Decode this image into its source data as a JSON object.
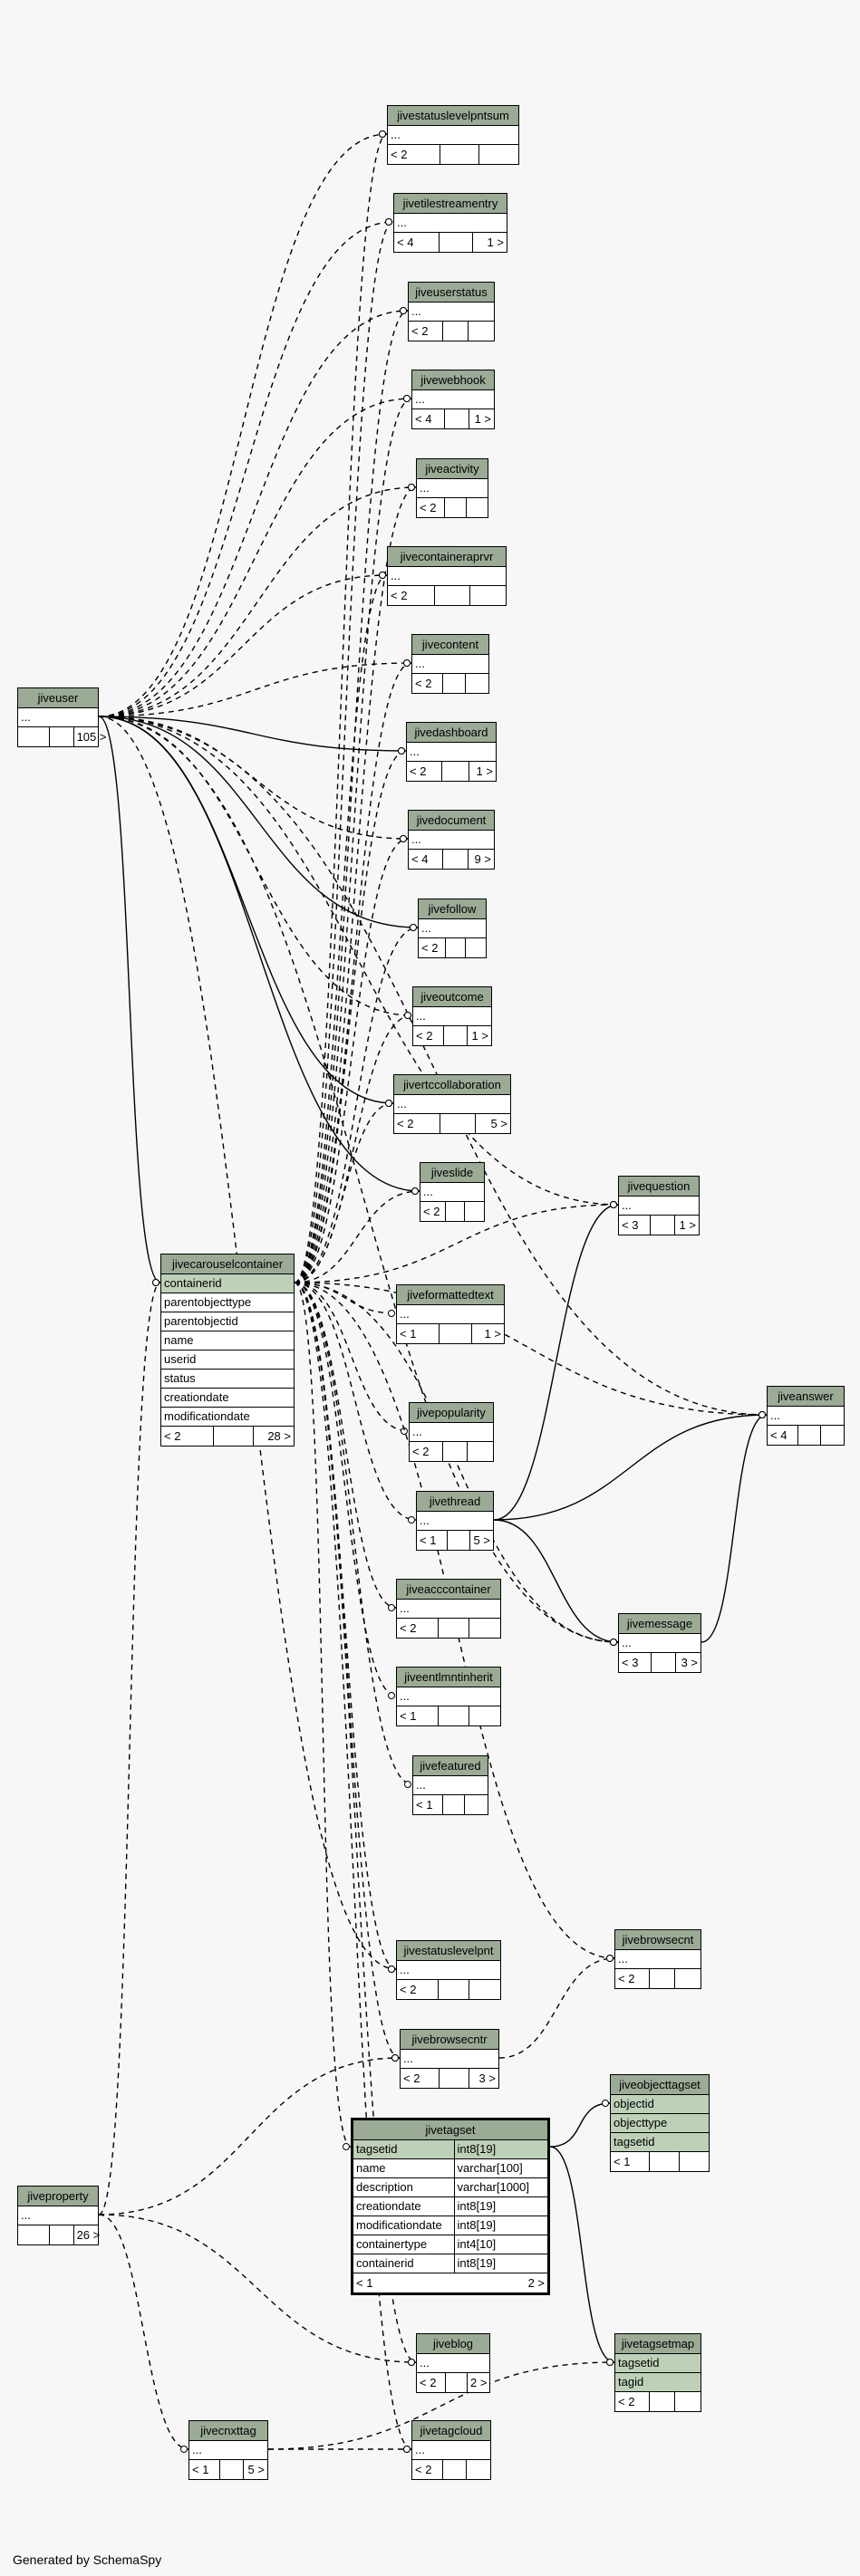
{
  "footer": "Generated by SchemaSpy",
  "colors": {
    "header": "#9bab96",
    "key_row": "#bed1b8",
    "background": "#f7f7f7"
  },
  "tables": [
    {
      "id": "jivestatuslevelpntsum",
      "title": "jivestatuslevelpntsum",
      "rows": [
        "..."
      ],
      "foot": [
        "< 2",
        "",
        ""
      ]
    },
    {
      "id": "jivetilestreamentry",
      "title": "jivetilestreamentry",
      "rows": [
        "..."
      ],
      "foot": [
        "< 4",
        "",
        "1 >"
      ]
    },
    {
      "id": "jiveuserstatus",
      "title": "jiveuserstatus",
      "rows": [
        "..."
      ],
      "foot": [
        "< 2",
        "",
        ""
      ]
    },
    {
      "id": "jivewebhook",
      "title": "jivewebhook",
      "rows": [
        "..."
      ],
      "foot": [
        "< 4",
        "",
        "1 >"
      ]
    },
    {
      "id": "jiveactivity",
      "title": "jiveactivity",
      "rows": [
        "..."
      ],
      "foot": [
        "< 2",
        "",
        ""
      ]
    },
    {
      "id": "jivecontaineraprvr",
      "title": "jivecontaineraprvr",
      "rows": [
        "..."
      ],
      "foot": [
        "< 2",
        "",
        ""
      ]
    },
    {
      "id": "jivecontent",
      "title": "jivecontent",
      "rows": [
        "..."
      ],
      "foot": [
        "< 2",
        "",
        ""
      ]
    },
    {
      "id": "jivedashboard",
      "title": "jivedashboard",
      "rows": [
        "..."
      ],
      "foot": [
        "< 2",
        "",
        "1 >"
      ]
    },
    {
      "id": "jivedocument",
      "title": "jivedocument",
      "rows": [
        "..."
      ],
      "foot": [
        "< 4",
        "",
        "9 >"
      ]
    },
    {
      "id": "jivefollow",
      "title": "jivefollow",
      "rows": [
        "..."
      ],
      "foot": [
        "< 2",
        "",
        ""
      ]
    },
    {
      "id": "jiveoutcome",
      "title": "jiveoutcome",
      "rows": [
        "..."
      ],
      "foot": [
        "< 2",
        "",
        "1 >"
      ]
    },
    {
      "id": "jivertccollaboration",
      "title": "jivertccollaboration",
      "rows": [
        "..."
      ],
      "foot": [
        "< 2",
        "",
        "5 >"
      ]
    },
    {
      "id": "jiveslide",
      "title": "jiveslide",
      "rows": [
        "..."
      ],
      "foot": [
        "< 2",
        "",
        ""
      ]
    },
    {
      "id": "jivequestion",
      "title": "jivequestion",
      "rows": [
        "..."
      ],
      "foot": [
        "< 3",
        "",
        "1 >"
      ]
    },
    {
      "id": "jiveformattedtext",
      "title": "jiveformattedtext",
      "rows": [
        "..."
      ],
      "foot": [
        "< 1",
        "",
        "1 >"
      ]
    },
    {
      "id": "jiveanswer",
      "title": "jiveanswer",
      "rows": [
        "..."
      ],
      "foot": [
        "< 4",
        "",
        ""
      ]
    },
    {
      "id": "jivepopularity",
      "title": "jivepopularity",
      "rows": [
        "..."
      ],
      "foot": [
        "< 2",
        "",
        ""
      ]
    },
    {
      "id": "jivethread",
      "title": "jivethread",
      "rows": [
        "..."
      ],
      "foot": [
        "< 1",
        "",
        "5 >"
      ]
    },
    {
      "id": "jiveacccontainer",
      "title": "jiveacccontainer",
      "rows": [
        "..."
      ],
      "foot": [
        "< 2",
        "",
        ""
      ]
    },
    {
      "id": "jivemessage",
      "title": "jivemessage",
      "rows": [
        "..."
      ],
      "foot": [
        "< 3",
        "",
        "3 >"
      ]
    },
    {
      "id": "jiveentlmntinherit",
      "title": "jiveentlmntinherit",
      "rows": [
        "..."
      ],
      "foot": [
        "< 1",
        "",
        ""
      ]
    },
    {
      "id": "jivefeatured",
      "title": "jivefeatured",
      "rows": [
        "..."
      ],
      "foot": [
        "< 1",
        "",
        ""
      ]
    },
    {
      "id": "jivebrowsecnt",
      "title": "jivebrowsecnt",
      "rows": [
        "..."
      ],
      "foot": [
        "< 2",
        "",
        ""
      ]
    },
    {
      "id": "jivestatuslevelpnt",
      "title": "jivestatuslevelpnt",
      "rows": [
        "..."
      ],
      "foot": [
        "< 2",
        "",
        ""
      ]
    },
    {
      "id": "jivebrowsecntr",
      "title": "jivebrowsecntr",
      "rows": [
        "..."
      ],
      "foot": [
        "< 2",
        "",
        "3 >"
      ]
    },
    {
      "id": "jiveobjecttagset",
      "title": "jiveobjecttagset",
      "rows": [
        "objectid",
        "objecttype",
        "tagsetid"
      ],
      "key_rows": [
        0,
        1,
        2
      ],
      "foot": [
        "< 1",
        "",
        ""
      ]
    },
    {
      "id": "jiveblog",
      "title": "jiveblog",
      "rows": [
        "..."
      ],
      "foot": [
        "< 2",
        "",
        "2 >"
      ]
    },
    {
      "id": "jivetagsetmap",
      "title": "jivetagsetmap",
      "rows": [
        "tagsetid",
        "tagid"
      ],
      "key_rows": [
        0,
        1
      ],
      "foot": [
        "< 2",
        "",
        ""
      ]
    },
    {
      "id": "jivecnxttag",
      "title": "jivecnxttag",
      "rows": [
        "..."
      ],
      "foot": [
        "< 1",
        "",
        "5 >"
      ]
    },
    {
      "id": "jivetagcloud",
      "title": "jivetagcloud",
      "rows": [
        "..."
      ],
      "foot": [
        "< 2",
        "",
        ""
      ]
    },
    {
      "id": "jiveuser",
      "title": "jiveuser",
      "rows": [
        "..."
      ],
      "foot": [
        "",
        "",
        "105 >"
      ]
    },
    {
      "id": "jiveproperty",
      "title": "jiveproperty",
      "rows": [
        "..."
      ],
      "foot": [
        "",
        "",
        "26 >"
      ]
    },
    {
      "id": "jivecarouselcontainer",
      "title": "jivecarouselcontainer",
      "rows": [
        "containerid",
        "parentobjecttype",
        "parentobjectid",
        "name",
        "userid",
        "status",
        "creationdate",
        "modificationdate"
      ],
      "key_rows": [
        0
      ],
      "foot": [
        "< 2",
        "",
        "28 >"
      ]
    }
  ],
  "focus_table": {
    "title": "jivetagset",
    "columns": [
      [
        "tagsetid",
        "int8[19]"
      ],
      [
        "name",
        "varchar[100]"
      ],
      [
        "description",
        "varchar[1000]"
      ],
      [
        "creationdate",
        "int8[19]"
      ],
      [
        "modificationdate",
        "int8[19]"
      ],
      [
        "containertype",
        "int4[10]"
      ],
      [
        "containerid",
        "int8[19]"
      ]
    ],
    "key_rows": [
      0
    ],
    "foot": [
      "< 1",
      "2 >"
    ]
  },
  "relationships": [
    {
      "from": "jiveuser",
      "to": "jivestatuslevelpntsum",
      "style": "dashed"
    },
    {
      "from": "jiveuser",
      "to": "jivetilestreamentry",
      "style": "dashed"
    },
    {
      "from": "jiveuser",
      "to": "jiveuserstatus",
      "style": "dashed"
    },
    {
      "from": "jiveuser",
      "to": "jivewebhook",
      "style": "dashed"
    },
    {
      "from": "jiveuser",
      "to": "jiveactivity",
      "style": "dashed"
    },
    {
      "from": "jiveuser",
      "to": "jivecontaineraprvr",
      "style": "dashed"
    },
    {
      "from": "jiveuser",
      "to": "jivecontent",
      "style": "dashed"
    },
    {
      "from": "jiveuser",
      "to": "jivedashboard",
      "style": "solid"
    },
    {
      "from": "jiveuser",
      "to": "jivedocument",
      "style": "dashed"
    },
    {
      "from": "jiveuser",
      "to": "jivefollow",
      "style": "solid"
    },
    {
      "from": "jiveuser",
      "to": "jiveoutcome",
      "style": "dashed"
    },
    {
      "from": "jiveuser",
      "to": "jivertccollaboration",
      "style": "solid"
    },
    {
      "from": "jiveuser",
      "to": "jiveslide",
      "style": "solid"
    },
    {
      "from": "jiveuser",
      "to": "jivequestion",
      "style": "dashed"
    },
    {
      "from": "jiveuser",
      "to": "jiveanswer",
      "style": "dashed"
    },
    {
      "from": "jiveuser",
      "to": "jivecarouselcontainer",
      "style": "solid"
    },
    {
      "from": "jiveuser",
      "to": "jivemessage",
      "style": "dashed"
    },
    {
      "from": "jiveuser",
      "to": "jivestatuslevelpnt",
      "style": "dashed"
    },
    {
      "from": "jivecarouselcontainer",
      "to": "jivestatuslevelpntsum",
      "style": "dashed"
    },
    {
      "from": "jivecarouselcontainer",
      "to": "jivetilestreamentry",
      "style": "dashed"
    },
    {
      "from": "jivecarouselcontainer",
      "to": "jiveuserstatus",
      "style": "dashed"
    },
    {
      "from": "jivecarouselcontainer",
      "to": "jivewebhook",
      "style": "dashed"
    },
    {
      "from": "jivecarouselcontainer",
      "to": "jiveactivity",
      "style": "dashed"
    },
    {
      "from": "jivecarouselcontainer",
      "to": "jivecontaineraprvr",
      "style": "dashed"
    },
    {
      "from": "jivecarouselcontainer",
      "to": "jivecontent",
      "style": "dashed"
    },
    {
      "from": "jivecarouselcontainer",
      "to": "jivedashboard",
      "style": "dashed"
    },
    {
      "from": "jivecarouselcontainer",
      "to": "jivedocument",
      "style": "dashed"
    },
    {
      "from": "jivecarouselcontainer",
      "to": "jivefollow",
      "style": "dashed"
    },
    {
      "from": "jivecarouselcontainer",
      "to": "jiveoutcome",
      "style": "dashed"
    },
    {
      "from": "jivecarouselcontainer",
      "to": "jivertccollaboration",
      "style": "dashed"
    },
    {
      "from": "jivecarouselcontainer",
      "to": "jiveslide",
      "style": "dashed"
    },
    {
      "from": "jivecarouselcontainer",
      "to": "jivequestion",
      "style": "dashed"
    },
    {
      "from": "jivecarouselcontainer",
      "to": "jiveformattedtext",
      "style": "dashed"
    },
    {
      "from": "jivecarouselcontainer",
      "to": "jiveanswer",
      "style": "dashed"
    },
    {
      "from": "jivecarouselcontainer",
      "to": "jivepopularity",
      "style": "dashed"
    },
    {
      "from": "jivecarouselcontainer",
      "to": "jivethread",
      "style": "dashed"
    },
    {
      "from": "jivecarouselcontainer",
      "to": "jiveacccontainer",
      "style": "dashed"
    },
    {
      "from": "jivecarouselcontainer",
      "to": "jiveentlmntinherit",
      "style": "dashed"
    },
    {
      "from": "jivecarouselcontainer",
      "to": "jivefeatured",
      "style": "dashed"
    },
    {
      "from": "jivecarouselcontainer",
      "to": "jivemessage",
      "style": "dashed"
    },
    {
      "from": "jivecarouselcontainer",
      "to": "jivebrowsecnt",
      "style": "dashed"
    },
    {
      "from": "jivecarouselcontainer",
      "to": "jivestatuslevelpnt",
      "style": "dashed"
    },
    {
      "from": "jivecarouselcontainer",
      "to": "jivebrowsecntr",
      "style": "dashed"
    },
    {
      "from": "jivecarouselcontainer",
      "to": "jiveblog",
      "style": "dashed"
    },
    {
      "from": "jivecarouselcontainer",
      "to": "jivetagcloud",
      "style": "dashed"
    },
    {
      "from": "jivecarouselcontainer",
      "to": "jivetagset",
      "style": "dashed"
    },
    {
      "from": "jivethread",
      "to": "jivequestion",
      "style": "solid"
    },
    {
      "from": "jivethread",
      "to": "jiveanswer",
      "style": "solid"
    },
    {
      "from": "jivethread",
      "to": "jivemessage",
      "style": "solid"
    },
    {
      "from": "jivemessage",
      "to": "jiveanswer",
      "style": "solid"
    },
    {
      "from": "jivebrowsecntr",
      "to": "jivebrowsecnt",
      "style": "dashed"
    },
    {
      "from": "jivetagset",
      "to": "jiveobjecttagset",
      "style": "solid"
    },
    {
      "from": "jivetagset",
      "to": "jivetagsetmap",
      "style": "solid"
    },
    {
      "from": "jiveproperty",
      "to": "jivecarouselcontainer",
      "style": "dashed"
    },
    {
      "from": "jiveproperty",
      "to": "jivebrowsecntr",
      "style": "dashed"
    },
    {
      "from": "jiveproperty",
      "to": "jiveblog",
      "style": "dashed"
    },
    {
      "from": "jiveproperty",
      "to": "jivecnxttag",
      "style": "dashed"
    },
    {
      "from": "jivecnxttag",
      "to": "jivetagcloud",
      "style": "dashed"
    },
    {
      "from": "jivecnxttag",
      "to": "jivetagsetmap",
      "style": "dashed"
    }
  ]
}
